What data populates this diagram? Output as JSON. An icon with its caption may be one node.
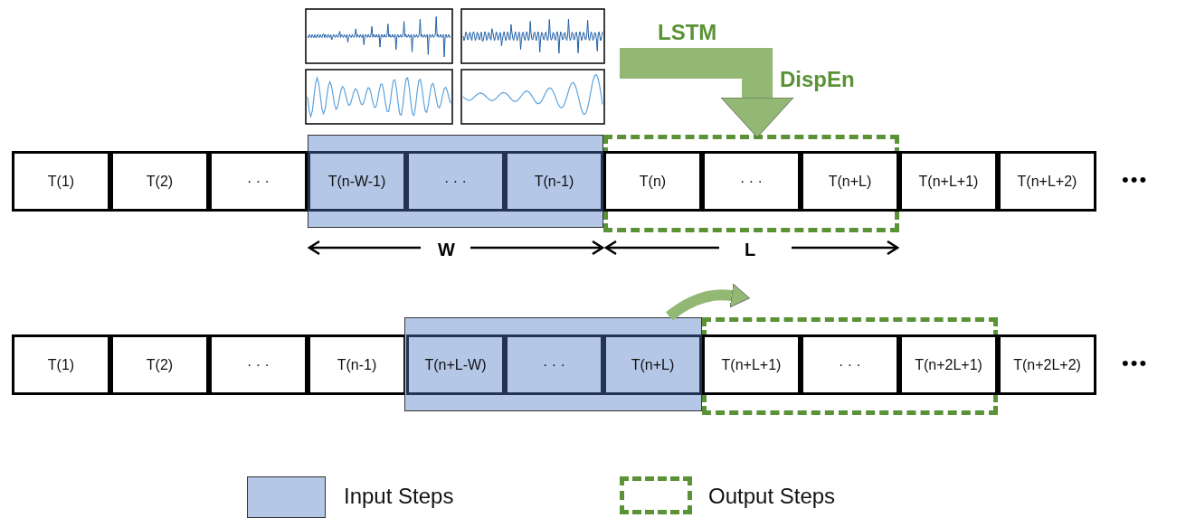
{
  "diagram": {
    "nodes": [
      {
        "text": [
          "T(1)"
        ]
      },
      {
        "text": [
          "T(2)"
        ]
      },
      {
        "text": [
          "· · ·"
        ]
      },
      {
        "text": [],
        "shape": "box"
      },
      {
        "text": [
          "T(n-W-1)"
        ],
        "in": 3
      },
      {
        "text": [
          "· · ·"
        ],
        "in": 3
      },
      {
        "text": [
          "T(n-1)"
        ],
        "in": 3
      },
      {
        "text": [],
        "shape": "box"
      },
      {
        "text": [
          "T(n)"
        ],
        "in": 7
      },
      {
        "text": [
          "· · ·"
        ],
        "in": 7
      },
      {
        "text": [
          "T(n+L)"
        ],
        "in": 7
      },
      {
        "text": [
          "T(n+L+1)"
        ]
      },
      {
        "text": [
          "T(n+L+2)"
        ]
      },
      {
        "text": [
          "T(1)"
        ]
      },
      {
        "text": [
          "T(2)"
        ]
      },
      {
        "text": [
          "· · ·"
        ]
      },
      {
        "text": [
          "T(n-1)"
        ]
      },
      {
        "text": [],
        "shape": "box"
      },
      {
        "text": [
          "T(n+L-W)"
        ],
        "in": 17
      },
      {
        "text": [
          "· · ·"
        ],
        "in": 17
      },
      {
        "text": [
          "T(n+L)"
        ],
        "in": 17
      },
      {
        "text": [],
        "shape": "box"
      },
      {
        "text": [
          "T(n+L+1)"
        ],
        "in": 21
      },
      {
        "text": [
          "· · ·"
        ],
        "in": 21
      },
      {
        "text": [
          "T(n+2L+1)"
        ],
        "in": 21
      },
      {
        "text": [
          "T(n+2L+2)"
        ]
      }
    ],
    "edges": [
      {
        "from": null,
        "to": 7,
        "arrow": "to",
        "style": "thick",
        "color": "#93b874"
      },
      {
        "from": 17,
        "to": 21,
        "arrow": "to",
        "color": "#93b874"
      }
    ],
    "labels": [
      "LSTM",
      "DispEn",
      "•••",
      "W",
      "L",
      "•••"
    ],
    "legend": [
      {
        "text": "Input Steps",
        "color": "#b4c7e7"
      },
      {
        "text": "Output Steps"
      }
    ]
  }
}
